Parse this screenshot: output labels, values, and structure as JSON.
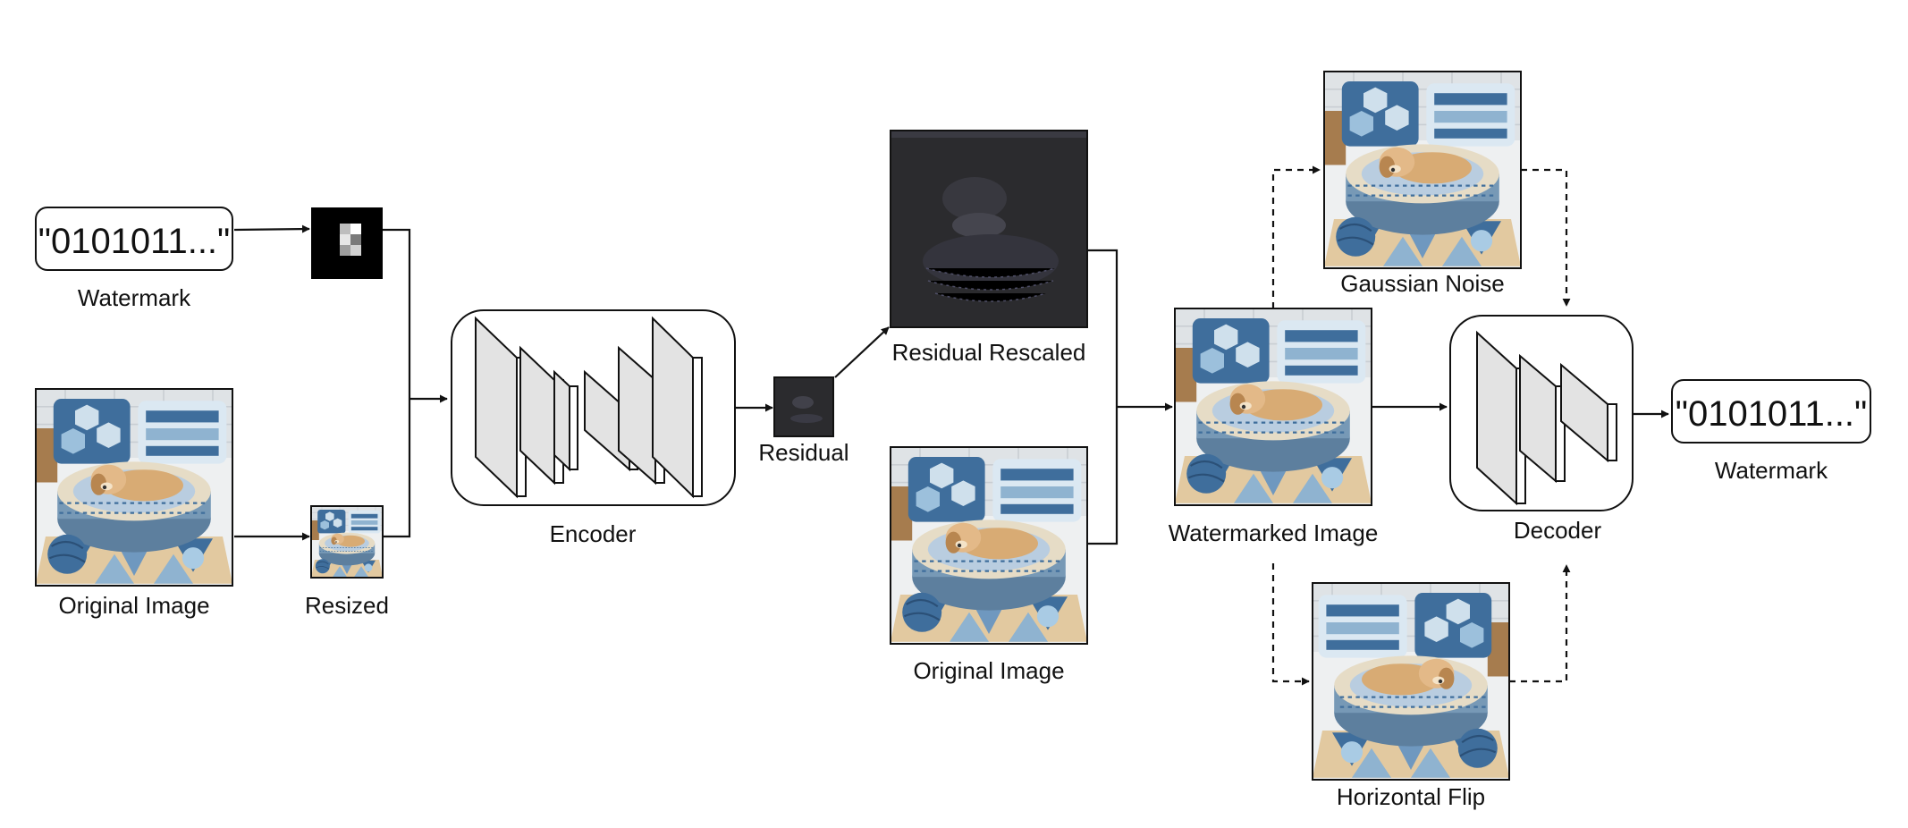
{
  "diagram": {
    "watermark_input": {
      "text": "\"0101011...\"",
      "label": "Watermark"
    },
    "resized_label": "Resized",
    "original_image_left_label": "Original Image",
    "encoder_label": "Encoder",
    "residual_label": "Residual",
    "residual_rescaled_label": "Residual Rescaled",
    "original_image_mid_label": "Original Image",
    "watermarked_image_label": "Watermarked Image",
    "gaussian_noise_label": "Gaussian Noise",
    "horizontal_flip_label": "Horizontal Flip",
    "decoder_label": "Decoder",
    "watermark_output": {
      "text": "\"0101011...\"",
      "label": "Watermark"
    }
  },
  "colors": {
    "line": "#111111",
    "residual_background": "#2b2b2e",
    "cushion_blue": "#3f6e9c",
    "puppy": "#d8ab74",
    "rug": "#e2c9a0"
  },
  "icons": [
    "scene-thumbnail",
    "watermark-pattern-icon",
    "encoder-layers",
    "decoder-layers"
  ]
}
